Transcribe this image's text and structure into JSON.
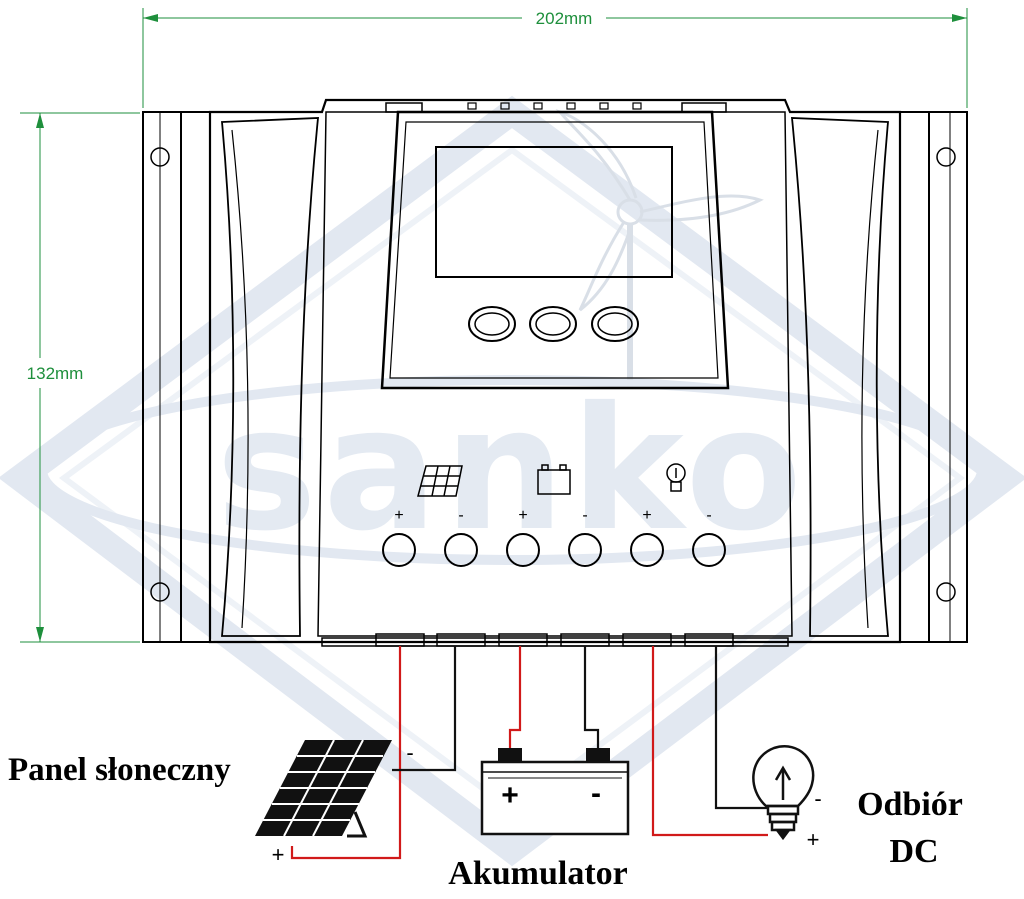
{
  "dimensions": {
    "width_label": "202mm",
    "height_label": "132mm"
  },
  "watermark": {
    "text": "sanko"
  },
  "terminal_signs": [
    "+",
    "-",
    "+",
    "-",
    "+",
    "-"
  ],
  "labels": {
    "solar_panel": "Panel słoneczny",
    "battery": "Akumulator",
    "load_line1": "Odbiór",
    "load_line2": "DC"
  },
  "wire_signs": {
    "panel_minus": "-",
    "panel_plus": "+",
    "battery_plus": "+",
    "battery_minus": "-",
    "load_minus": "-",
    "load_plus": "+"
  },
  "icons": {
    "solar": "solar-panel-icon",
    "battery": "battery-icon",
    "load": "bulb-icon"
  },
  "colors": {
    "dimension": "#1e8f3c",
    "positive_wire": "#d11a1a",
    "negative_wire": "#111111",
    "watermark": "#dfe6f0"
  }
}
